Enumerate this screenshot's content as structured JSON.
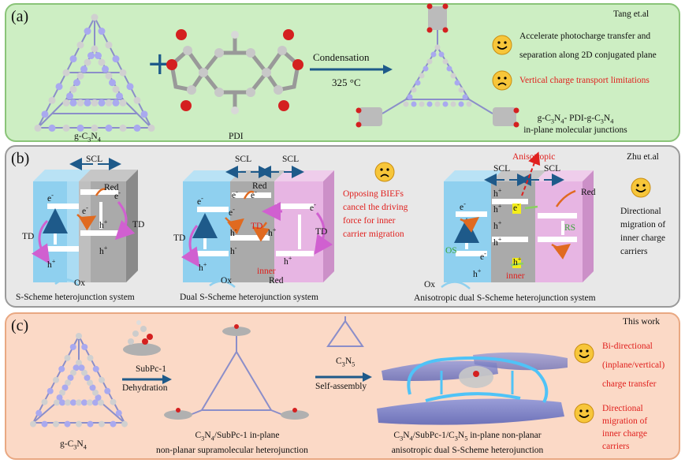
{
  "panel_a": {
    "label": "(a)",
    "credit": "Tang et.al",
    "reactant1": "g-C3N4",
    "reactant2": "PDI",
    "arrow_top": "Condensation",
    "arrow_bottom": "325 °C",
    "product_line1": "g-C3N4- PDI-g-C3N4",
    "product_line2": "in-plane molecular junctions",
    "pro_line1": "Accelerate photocharge transfer and",
    "pro_line2": "separation along 2D conjugated plane",
    "con": "Vertical charge transport limitations",
    "plus": "+"
  },
  "panel_b": {
    "label": "(b)",
    "credit": "Zhu et.al",
    "sys1_caption": "S-Scheme heterojunction system",
    "sys2_caption": "Dual S-Scheme heterojunction system",
    "sys3_caption": "Anisotropic dual S-Scheme heterojunction system",
    "scl": "SCL",
    "red": "Red",
    "ox": "Ox",
    "td": "TD",
    "inner": "inner",
    "os": "OS",
    "rs": "RS",
    "anisotropic": "Anisotropic",
    "electron": "e-",
    "hole": "h+",
    "con_lines": [
      "Opposing BIEFs",
      "cancel the driving",
      "force for inner",
      "carrier migration"
    ],
    "pro_lines": [
      "Directional",
      "migration of",
      "inner charge",
      "carriers"
    ]
  },
  "panel_c": {
    "label": "(c)",
    "credit": "This work",
    "reactant": "g-C3N4",
    "step1_top": "SubPc-1",
    "step1_bottom": "Dehydration",
    "intermediate_line1": "C3N4/SubPc-1 in-plane",
    "intermediate_line2": "non-planar supramolecular heterojunction",
    "step2_top": "C3N5",
    "step2_bottom": "Self-assembly",
    "product_line1": "C3N4/SubPc-1/C3N5 in-plane non-planar",
    "product_line2": "anisotropic dual S-Scheme heterojunction",
    "pro1_lines": [
      "Bi-directional",
      "(inplane/vertical)",
      "charge transfer"
    ],
    "pro2_lines": [
      "Directional",
      "migration of",
      "inner charge",
      "carriers"
    ]
  },
  "colors": {
    "panel_a_bg": "#cdeec3",
    "panel_b_bg": "#e8e8e8",
    "panel_c_bg": "#fbd9c6",
    "highlight_red": "#e0201e",
    "arrow_blue": "#1e5a8a",
    "block_blue": "#8fd0ef",
    "block_pink": "#e7b5e3"
  }
}
